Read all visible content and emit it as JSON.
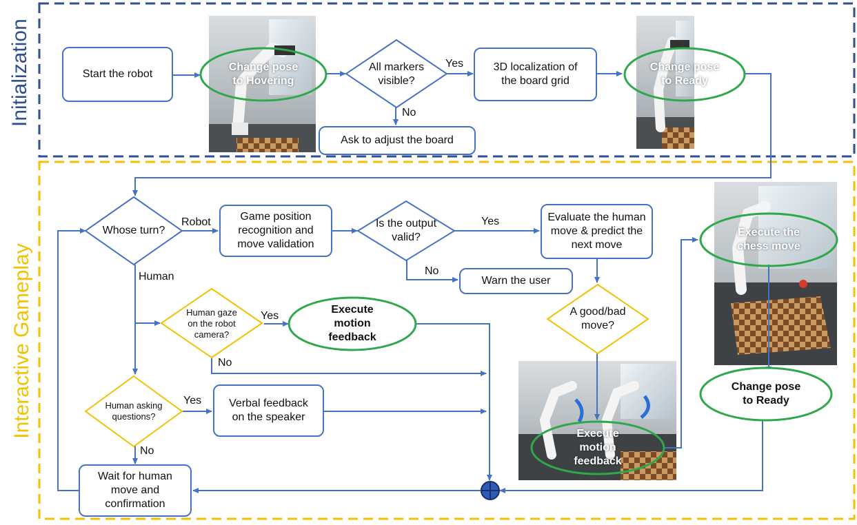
{
  "sections": {
    "init_title": "Initialization",
    "gameplay_title": "Interactive Gameplay",
    "init_color": "#2f4f8f",
    "gameplay_color": "#f2c200"
  },
  "colors": {
    "box_border": "#4472c4",
    "decision_blue": "#4472c4",
    "decision_yellow": "#f2c200",
    "ellipse_green": "#2ea84a",
    "arrow": "#4472c4"
  },
  "nodes": {
    "start_robot": "Start the robot",
    "change_pose_hovering": [
      "Change pose",
      "to Hovering"
    ],
    "all_markers": [
      "All markers",
      "visible?"
    ],
    "localization": [
      "3D localization of",
      "the board grid"
    ],
    "change_pose_ready_top": [
      "Change pose",
      "to Ready"
    ],
    "adjust_board": "Ask to adjust the board",
    "whose_turn": "Whose turn?",
    "game_position": [
      "Game position",
      "recognition and",
      "move validation"
    ],
    "output_valid": [
      "Is the output",
      "valid?"
    ],
    "evaluate_move": [
      "Evaluate the human",
      "move & predict the",
      "next move"
    ],
    "warn_user": "Warn the user",
    "execute_chess": [
      "Execute the",
      "chess move"
    ],
    "human_gaze": [
      "Human gaze",
      "on the robot",
      "camera?"
    ],
    "execute_motion_1": [
      "Execute",
      "motion",
      "feedback"
    ],
    "good_bad": [
      "A good/bad",
      "move?"
    ],
    "change_pose_ready_bottom": [
      "Change pose",
      "to Ready"
    ],
    "human_asking": [
      "Human asking",
      "questions?"
    ],
    "verbal_feedback": [
      "Verbal feedback",
      "on the speaker"
    ],
    "execute_motion_2": [
      "Execute",
      "motion",
      "feedback"
    ],
    "wait_human": [
      "Wait for human",
      "move and",
      "confirmation"
    ]
  },
  "edge_labels": {
    "yes_markers": "Yes",
    "no_markers": "No",
    "robot": "Robot",
    "yes_valid": "Yes",
    "no_valid": "No",
    "human": "Human",
    "yes_gaze": "Yes",
    "no_gaze": "No",
    "yes_asking": "Yes",
    "no_asking": "No"
  },
  "photos": {
    "hover_photo": "robot-photo-hovering",
    "ready_photo": "robot-photo-ready",
    "chess_photo": "robot-photo-chess-move",
    "feedback_photo": "robot-photo-motion-feedback"
  }
}
